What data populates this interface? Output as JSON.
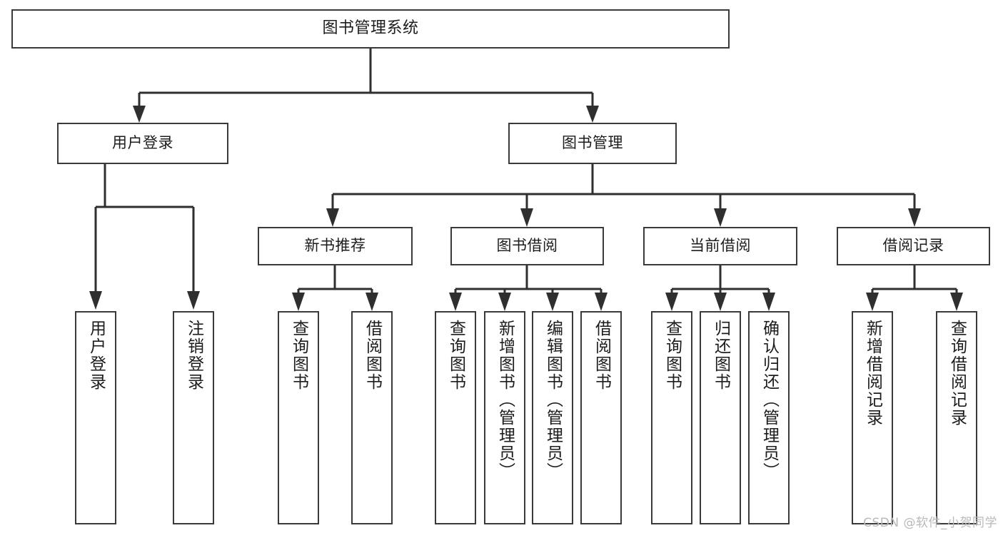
{
  "diagram": {
    "title": "图书管理系统",
    "watermark": "CSDN @软件_小贺同学",
    "root": {
      "label": "图书管理系统"
    },
    "level1": [
      {
        "label": "用户登录"
      },
      {
        "label": "图书管理"
      }
    ],
    "level2": [
      {
        "label": "新书推荐"
      },
      {
        "label": "图书借阅"
      },
      {
        "label": "当前借阅"
      },
      {
        "label": "借阅记录"
      }
    ],
    "leaves": {
      "user_login": [
        {
          "label": "用户登录"
        },
        {
          "label": "注销登录"
        }
      ],
      "new_book_recommend": [
        {
          "label": "查询图书"
        },
        {
          "label": "借阅图书"
        }
      ],
      "book_borrow": [
        {
          "label": "查询图书"
        },
        {
          "label": "新增图书（管理员）"
        },
        {
          "label": "编辑图书（管理员）"
        },
        {
          "label": "借阅图书"
        }
      ],
      "current_borrow": [
        {
          "label": "查询图书"
        },
        {
          "label": "归还图书"
        },
        {
          "label": "确认归还（管理员）"
        }
      ],
      "borrow_record": [
        {
          "label": "新增借阅记录"
        },
        {
          "label": "查询借阅记录"
        }
      ]
    }
  },
  "colors": {
    "border": "#3a3a3a",
    "line": "#2f2f2f",
    "text": "#1c1c1c",
    "background": "#ffffff",
    "watermark": "#b9b9b9"
  }
}
